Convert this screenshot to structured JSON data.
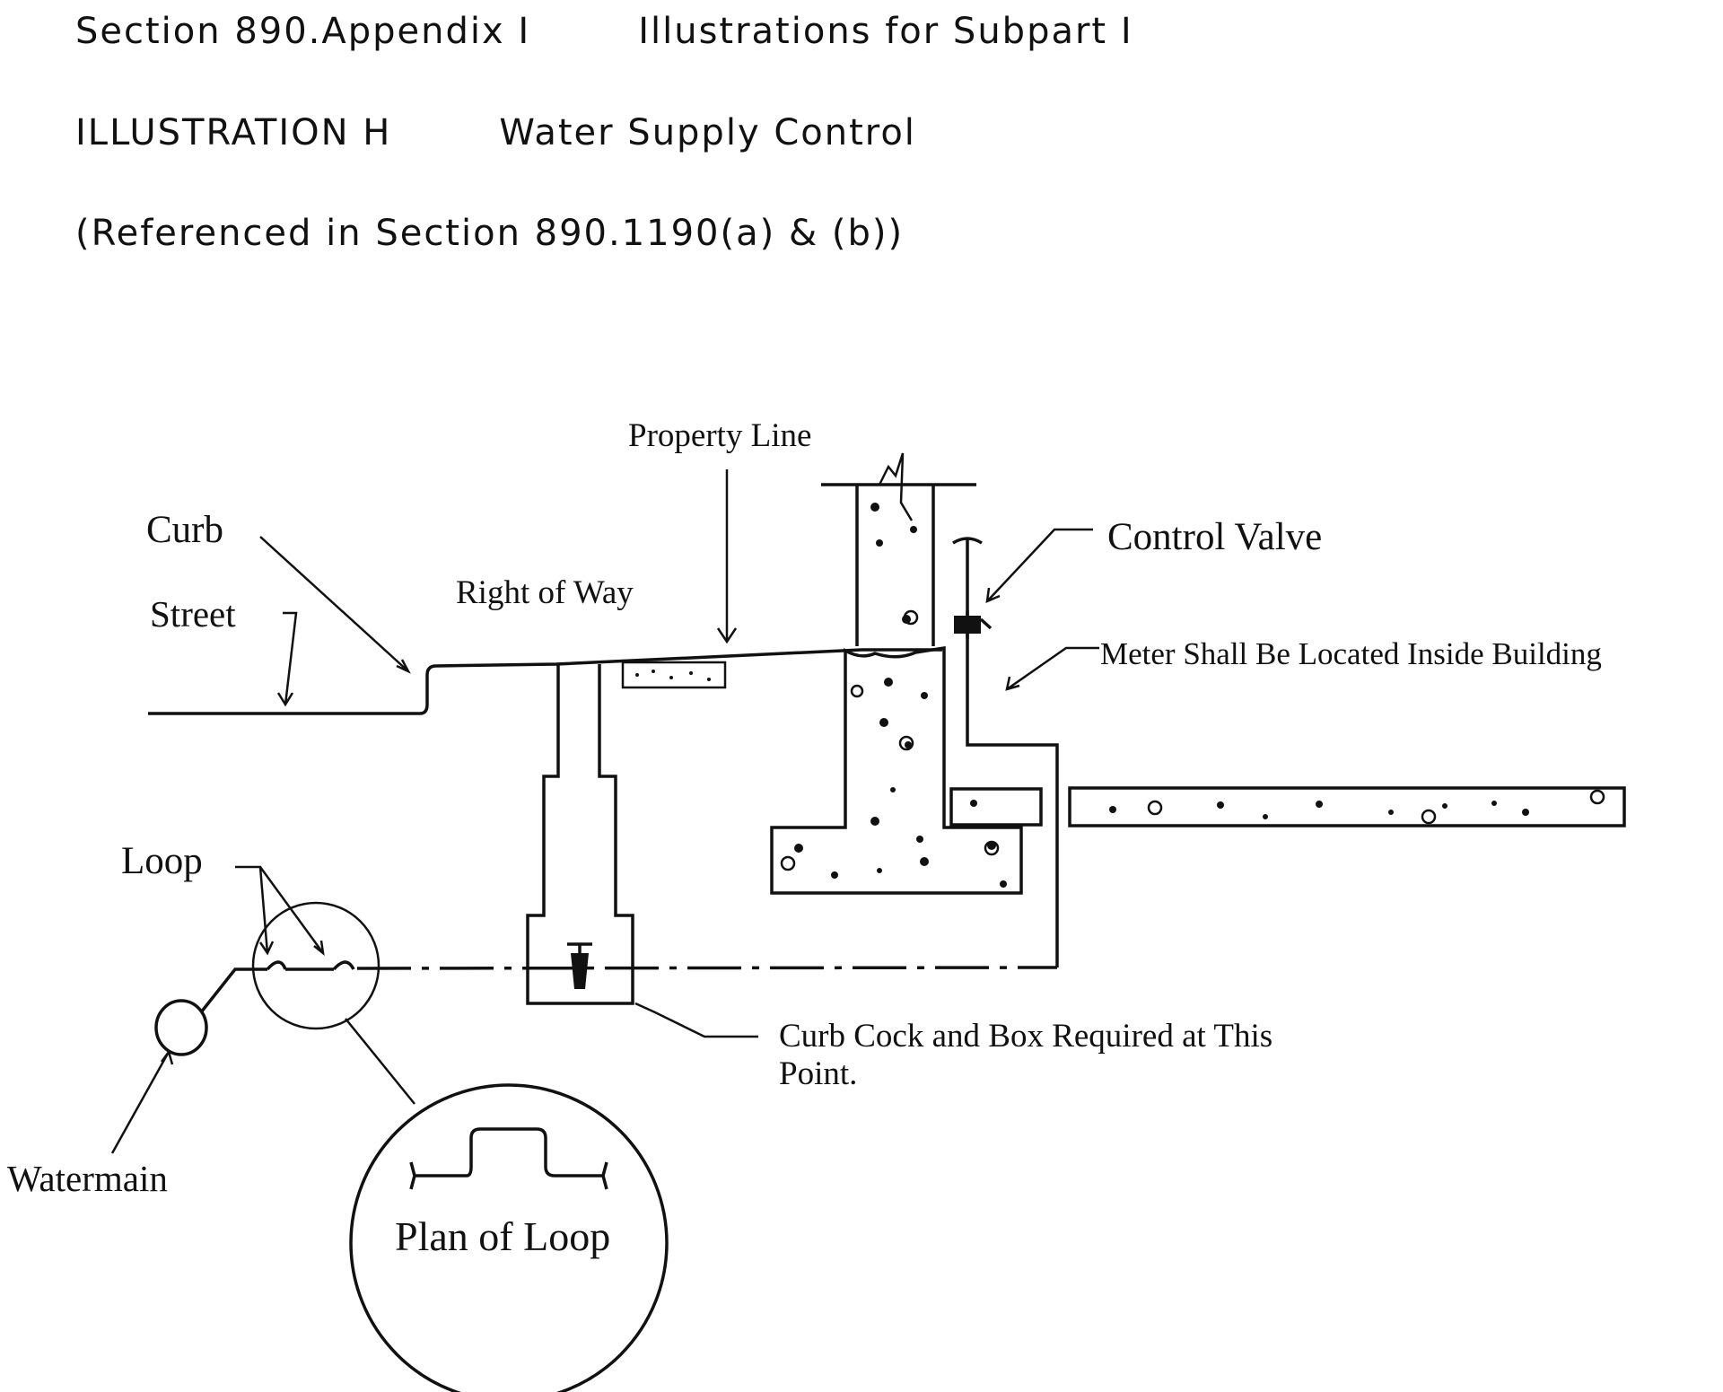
{
  "header": {
    "section": "Section 890.Appendix I",
    "subtitle": "Illustrations for Subpart I",
    "illustration_id": "ILLUSTRATION H",
    "illustration_title": "Water Supply Control",
    "reference": "(Referenced in Section 890.1190(a) & (b))"
  },
  "labels": {
    "property_line": "Property Line",
    "curb": "Curb",
    "street": "Street",
    "right_of_way": "Right of Way",
    "control_valve": "Control Valve",
    "meter_note": "Meter Shall Be Located Inside Building",
    "loop": "Loop",
    "curb_cock_line1": "Curb Cock and Box Required at This",
    "curb_cock_line2": "Point.",
    "watermain": "Watermain",
    "plan_of_loop": "Plan of Loop"
  }
}
